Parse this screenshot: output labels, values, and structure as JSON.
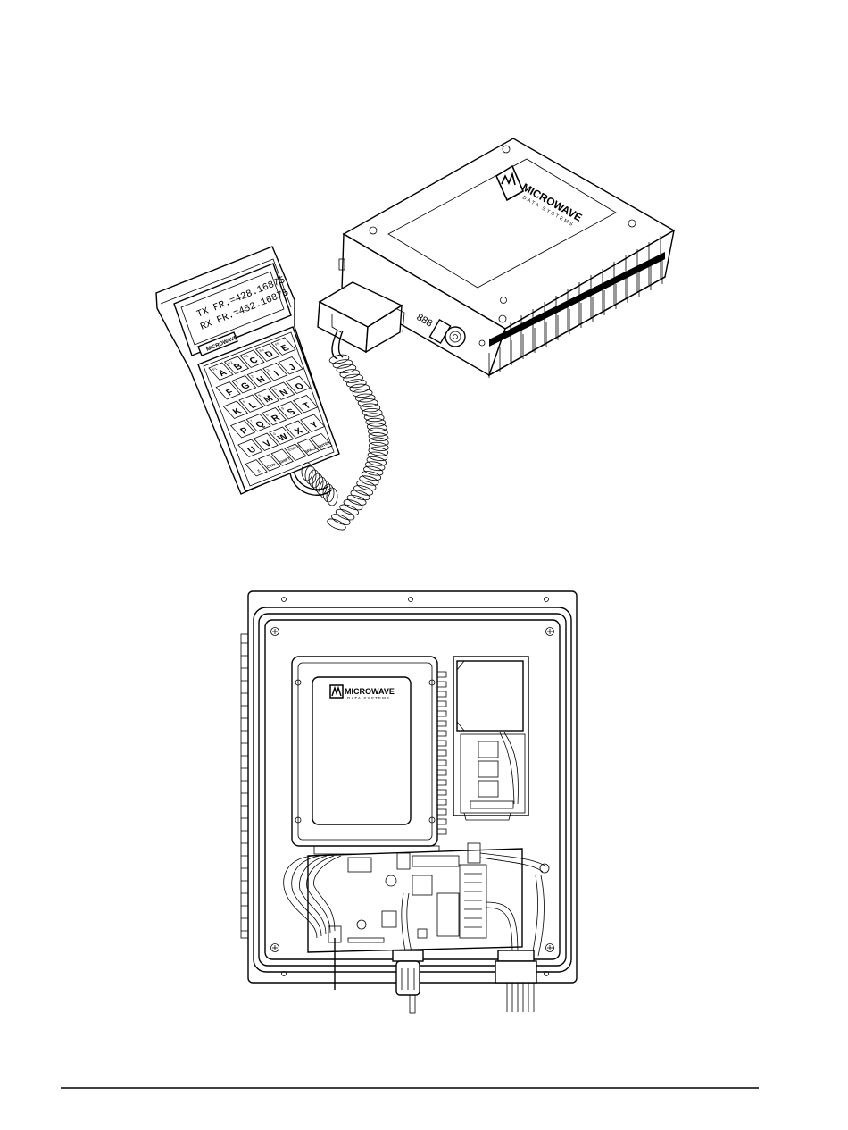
{
  "radio_unit": {
    "brand_line1": "MICROWAVE",
    "brand_line2": "DATA SYSTEMS",
    "led_readout": "888"
  },
  "hht": {
    "display_line1": "TX FR.=428.16875",
    "display_line2": "RX FR.=452.16875",
    "brand": "MICROWAVE",
    "keys": [
      {
        "fn": "F1",
        "label": "A"
      },
      {
        "fn": "F2",
        "label": "B"
      },
      {
        "fn": "F3",
        "label": "C"
      },
      {
        "fn": "F4",
        "label": "D"
      },
      {
        "fn": "F5",
        "label": "E"
      },
      {
        "fn": "",
        "label": "F"
      },
      {
        "fn": "1",
        "label": "G"
      },
      {
        "fn": "2",
        "label": "H"
      },
      {
        "fn": "3",
        "label": "I"
      },
      {
        "fn": "",
        "label": "J"
      },
      {
        "fn": "",
        "label": "K"
      },
      {
        "fn": "4",
        "label": "L"
      },
      {
        "fn": "5",
        "label": "M"
      },
      {
        "fn": "6",
        "label": "N"
      },
      {
        "fn": "",
        "label": "O"
      },
      {
        "fn": "",
        "label": "P"
      },
      {
        "fn": "7",
        "label": "Q"
      },
      {
        "fn": "8",
        "label": "R"
      },
      {
        "fn": "9",
        "label": "S"
      },
      {
        "fn": "",
        "label": "T"
      },
      {
        "fn": "",
        "label": "U"
      },
      {
        "fn": ".",
        "label": "V"
      },
      {
        "fn": "0",
        "label": "W"
      },
      {
        "fn": "-",
        "label": "X"
      },
      {
        "fn": "",
        "label": "Y"
      },
      {
        "fn": "",
        "label": "Z"
      },
      {
        "fn": "",
        "label": "CTRL"
      },
      {
        "fn": "",
        "label": "SHIFT"
      },
      {
        "fn": "ESC/ BKSP",
        "label": ""
      },
      {
        "fn": "",
        "label": "SPACE"
      },
      {
        "fn": "",
        "label": "ENTER"
      }
    ]
  },
  "enclosure": {
    "brand_line1": "MICROWAVE",
    "brand_line2": "DATA SYSTEMS"
  }
}
